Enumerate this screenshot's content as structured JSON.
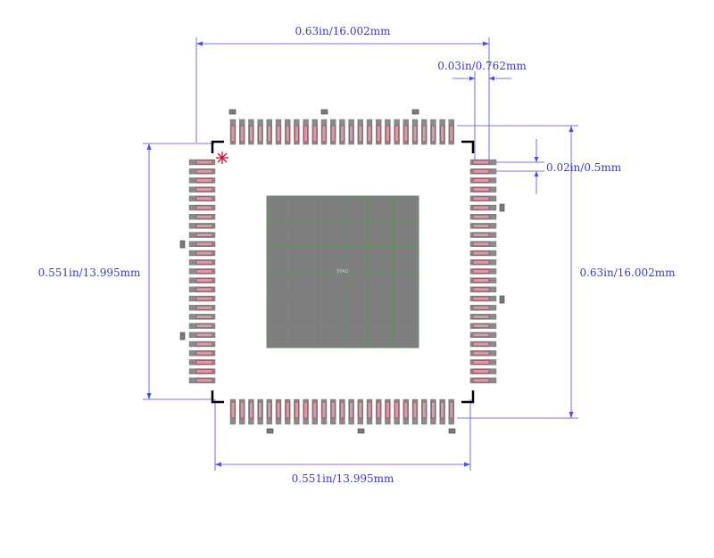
{
  "dimensions": {
    "top_width": "0.63in/16.002mm",
    "pad_length": "0.03in/0.762mm",
    "pitch": "0.02in/0.5mm",
    "left_height": "0.551in/13.995mm",
    "right_height": "0.63in/16.002mm",
    "bottom_width": "0.551in/13.995mm"
  },
  "package": {
    "pins_per_side": 25,
    "exposed_pad_label": "EPAD",
    "exposed_pad_grid": [
      6,
      6
    ]
  },
  "colors": {
    "dimension": "#4a4af0",
    "pad": "#c9a3ab",
    "pad_outline": "#a84a5c",
    "exposed_pad": "#7f7f7f",
    "pin1_marker": "#cc1133"
  }
}
